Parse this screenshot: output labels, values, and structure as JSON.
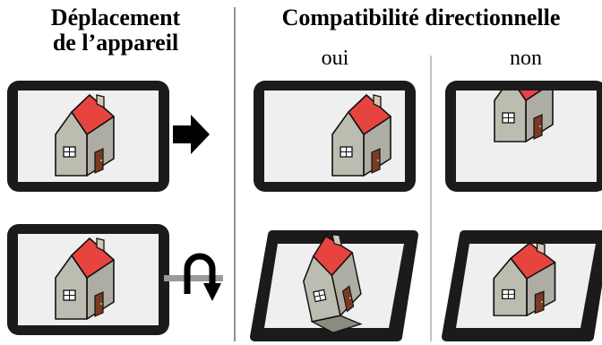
{
  "header": {
    "left_line1": "Déplacement",
    "left_line2": "de l’appareil",
    "right": "Compatibilité directionnelle"
  },
  "columns": {
    "yes": "oui",
    "no": "non"
  },
  "icons": {
    "row1_motion": "right-arrow-icon",
    "row2_motion": "rotate-arrow-icon",
    "subject": "house-icon",
    "device": "tablet-icon"
  },
  "colors": {
    "roof": "#e8443f",
    "wall": "#b9b8ad",
    "door": "#7a3b22",
    "screen": "#efefef",
    "bezel": "#1b1b1b"
  }
}
